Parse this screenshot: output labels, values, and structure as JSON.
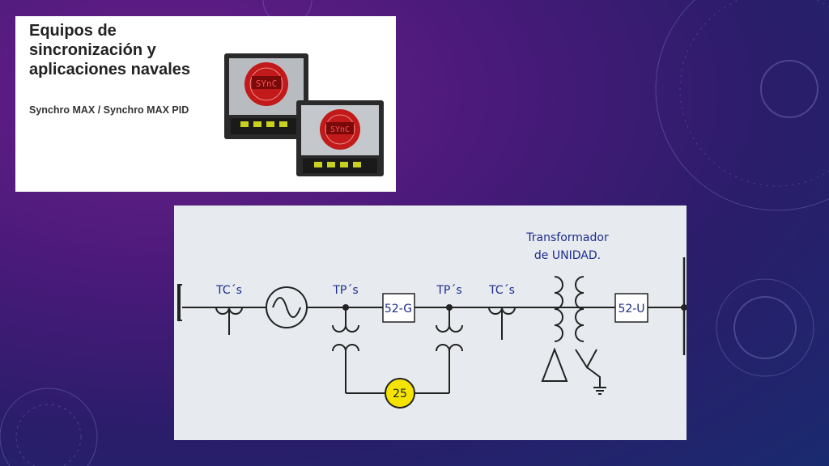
{
  "card": {
    "title": "Equipos de sincronización y aplicaciones navales",
    "subtitle": "Synchro MAX / Synchro MAX PID",
    "device_display": "SYnC"
  },
  "diagram": {
    "labels": {
      "tc_left": "TC´s",
      "tp_left": "TP´s",
      "breaker_g": "52-G",
      "tp_right": "TP´s",
      "tc_right": "TC´s",
      "transformer_line1": "Transformador",
      "transformer_line2": "de UNIDAD.",
      "breaker_u": "52-U",
      "sync_relay": "25"
    },
    "colors": {
      "label": "#1c2c8c",
      "relay_fill": "#f5e400"
    }
  }
}
